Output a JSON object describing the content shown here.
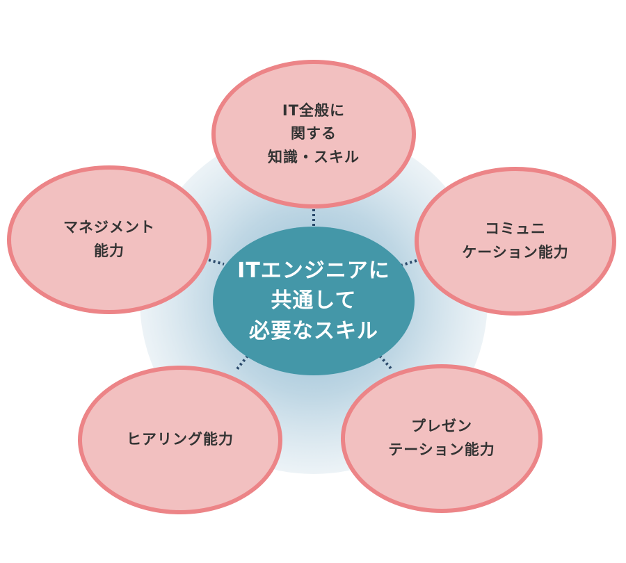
{
  "center": {
    "label": "ITエンジニアに\n共通して\n必要なスキル"
  },
  "nodes": [
    {
      "id": "it-knowledge",
      "label": "IT全般に\n関する\n知識・スキル"
    },
    {
      "id": "communication",
      "label": "コミュニ\nケーション能力"
    },
    {
      "id": "presentation",
      "label": "プレゼン\nテーション能力"
    },
    {
      "id": "hearing",
      "label": "ヒアリング能力"
    },
    {
      "id": "management",
      "label": "マネジメント\n能力"
    }
  ],
  "colors": {
    "bubble_fill": "#f2c0c0",
    "bubble_border": "#ec8487",
    "center_fill": "#4497a8",
    "halo": "#9cc3d6",
    "connector": "#2b4a6b",
    "text": "#333333"
  }
}
